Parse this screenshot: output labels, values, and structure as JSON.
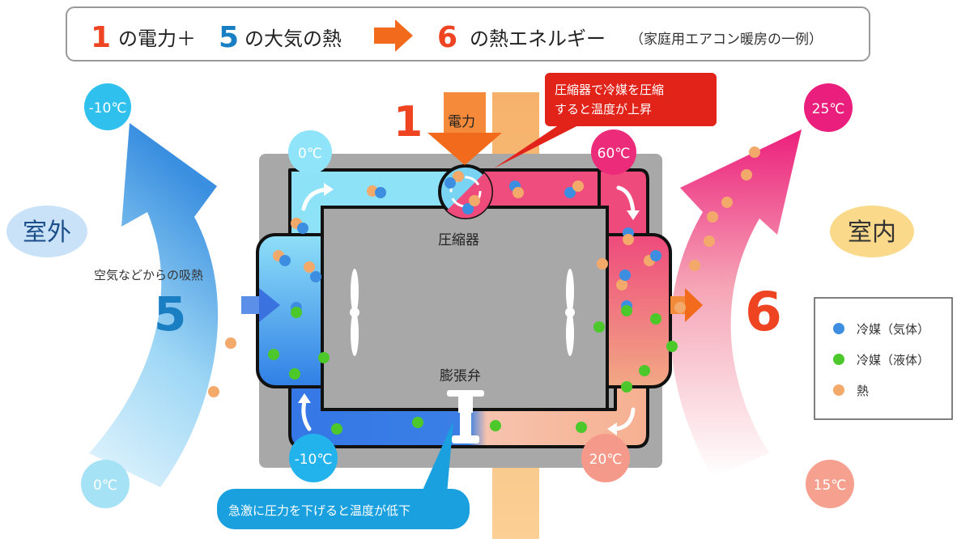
{
  "header": {
    "num1": "1",
    "text1": "の電力＋",
    "num5": "5",
    "text5": "の大気の熱",
    "num6": "6",
    "text6": "の熱エネルギー",
    "note": "（家庭用エアコン暖房の一例）"
  },
  "outdoor": {
    "label": "室外",
    "heat_label": "空気などからの吸熱",
    "number": "5",
    "temp_top": "-10℃",
    "temp_bottom": "0℃"
  },
  "indoor": {
    "label": "室内",
    "number": "6",
    "temp_top": "25℃",
    "temp_bottom": "15℃"
  },
  "circuit": {
    "temp_evap_out": "0℃",
    "temp_comp_out": "60℃",
    "temp_valve_in": "20℃",
    "temp_valve_out": "-10℃",
    "compressor_label": "圧縮器",
    "valve_label": "膨張弁",
    "power_number": "1",
    "power_label": "電力"
  },
  "callouts": {
    "compressor": [
      "圧縮器で冷媒を圧縮",
      "すると温度が上昇"
    ],
    "valve": "急激に圧力を下げると温度が低下"
  },
  "legend": {
    "items": [
      {
        "label": "冷媒（気体）",
        "color": "#3d8ee0"
      },
      {
        "label": "冷媒（液体）",
        "color": "#4cc82a"
      },
      {
        "label": "熱",
        "color": "#f3a96a"
      }
    ]
  },
  "colors": {
    "red_number": "#ee4422",
    "blue_number": "#1a7ec2",
    "outdoor_arrow": "#4aa3e8",
    "indoor_arrow": "#ec2b7a",
    "cold_pipe": "#7dd6f2",
    "hot_pipe": "#ef4f7e",
    "housing": "#a8a8a8",
    "callout_red": "#e2231a",
    "callout_blue": "#1aa0de"
  }
}
